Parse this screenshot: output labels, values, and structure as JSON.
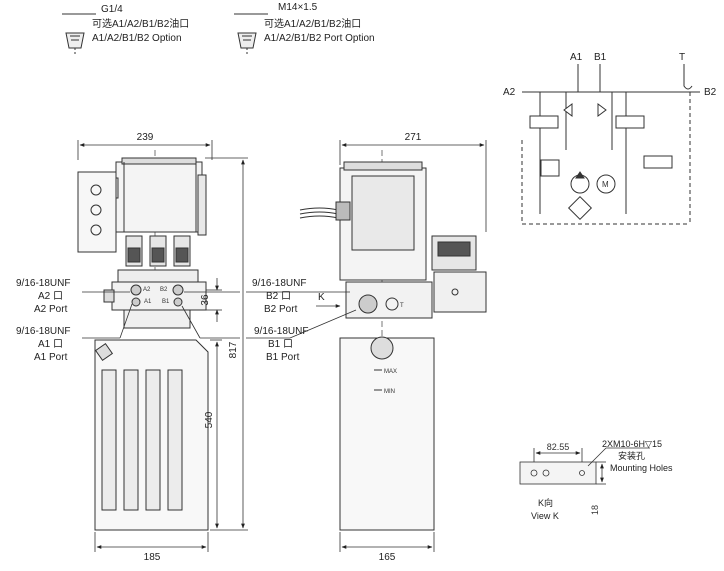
{
  "top_callouts": {
    "left": {
      "thread": "G1/4",
      "cn": "可选A1/A2/B1/B2油口",
      "en": "A1/A2/B1/B2 Option"
    },
    "right": {
      "thread": "M14×1.5",
      "cn": "可选A1/A2/B1/B2油口",
      "en": "A1/A2/B1/B2 Port Option"
    }
  },
  "front_view": {
    "dim_width_top": "239",
    "dim_width_bottom": "185",
    "dim_height_total": "817",
    "dim_tank_height": "540",
    "dim_port_offset": "36",
    "port_a2": {
      "thread": "9/16-18UNF",
      "cn": "A2 口",
      "en": "A2 Port"
    },
    "port_a1": {
      "thread": "9/16-18UNF",
      "cn": "A1 口",
      "en": "A1 Port"
    },
    "block_labels": {
      "a2": "A2",
      "b2": "B2",
      "a1": "A1",
      "b1": "B1"
    }
  },
  "side_view": {
    "dim_width_top": "271",
    "dim_width_bottom": "165",
    "port_b2": {
      "thread": "9/16-18UNF",
      "cn": "B2 口",
      "en": "B2 Port"
    },
    "port_b1": {
      "thread": "9/16-18UNF",
      "cn": "B1 口",
      "en": "B1 Port"
    },
    "view_arrow": "K",
    "tank_port_label": "T",
    "level_max": "MAX",
    "level_min": "MIN"
  },
  "schematic": {
    "port_a1": "A1",
    "port_b1": "B1",
    "port_t": "T",
    "port_a2": "A2",
    "port_b2": "B2",
    "motor": "M"
  },
  "view_k": {
    "dim_spacing": "82.55",
    "dim_height": "18",
    "mounting_spec": "2XM10-6H▽15",
    "mounting_cn": "安装孔",
    "mounting_en": "Mounting Holes",
    "view_cn": "K向",
    "view_en": "View K"
  }
}
